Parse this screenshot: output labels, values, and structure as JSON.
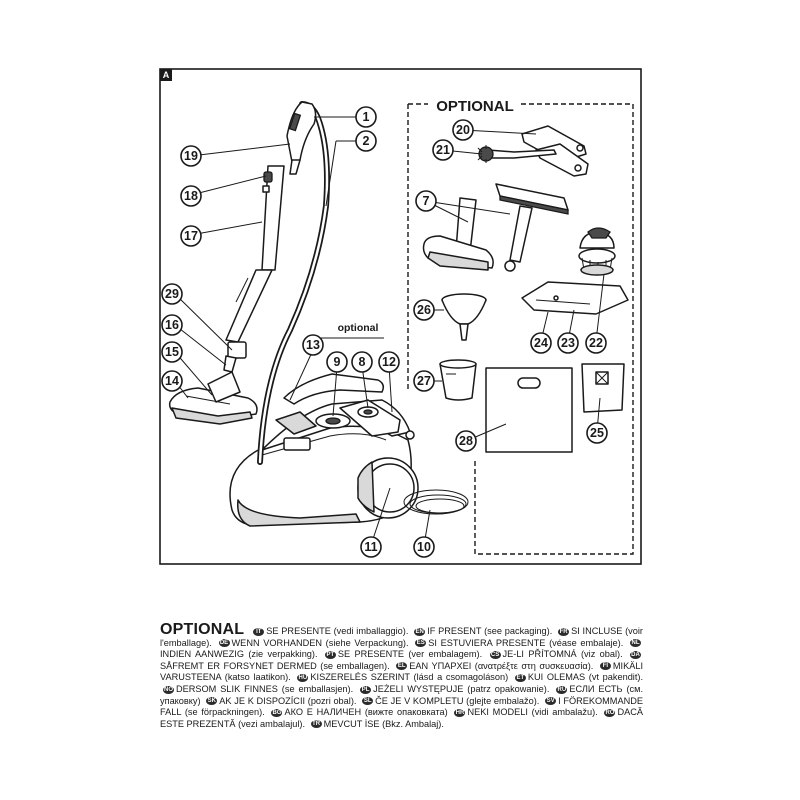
{
  "figure": {
    "panel_label": "A",
    "optional_box_title": "OPTIONAL",
    "optional_tag": "optional"
  },
  "callouts": [
    "1",
    "2",
    "7",
    "8",
    "9",
    "10",
    "11",
    "12",
    "13",
    "14",
    "15",
    "16",
    "17",
    "18",
    "19",
    "20",
    "21",
    "22",
    "23",
    "24",
    "25",
    "26",
    "27",
    "28",
    "29"
  ],
  "legend": {
    "heading": "OPTIONAL",
    "entries": [
      {
        "code": "IT",
        "text": "SE PRESENTE (vedi imballaggio)."
      },
      {
        "code": "EN",
        "text": "IF PRESENT (see packaging)."
      },
      {
        "code": "FR",
        "text": "SI INCLUSE (voir l'emballage)."
      },
      {
        "code": "DE",
        "text": "WENN VORHANDEN (siehe Verpackung)."
      },
      {
        "code": "ES",
        "text": "SI ESTUVIERA PRESENTE (véase embalaje)."
      },
      {
        "code": "NL",
        "text": "INDIEN AANWEZIG (zie verpakking)."
      },
      {
        "code": "PT",
        "text": "SE PRESENTE (ver embalagem)."
      },
      {
        "code": "CS",
        "text": "JE-LI PŘÍTOMNÁ (viz obal)."
      },
      {
        "code": "DA",
        "text": "SÅFREMT ER FORSYNET DERMED (se emballagen)."
      },
      {
        "code": "EL",
        "text": "ΕΑΝ ΥΠΑΡΧΕΙ (ανατρέξτε στη συσκευασία)."
      },
      {
        "code": "FI",
        "text": "MIKÄLI VARUSTEENA (katso laatikon)."
      },
      {
        "code": "HU",
        "text": "KISZERELÉS SZERINT (lásd a csomagoláson)"
      },
      {
        "code": "ET",
        "text": "KUI OLEMAS (vt pakendit)."
      },
      {
        "code": "NO",
        "text": "DERSOM SLIK FINNES (se emballasjen)."
      },
      {
        "code": "PL",
        "text": "JEŻELI WYSTĘPUJE (patrz opakowanie)."
      },
      {
        "code": "RU",
        "text": "ЕСЛИ ЕСТЬ (см. упаковку)"
      },
      {
        "code": "SK",
        "text": "AK JE K DISPOZÍCII (pozri obal)."
      },
      {
        "code": "SL",
        "text": "ČE JE V KOMPLETU (glejte embalažo)."
      },
      {
        "code": "SV",
        "text": "I FÖREKOMMANDE FALL (se förpackningen)."
      },
      {
        "code": "BG",
        "text": "АКО Е НАЛИЧЕН (вижте опаковката)"
      },
      {
        "code": "HR",
        "text": "NEKI MODELI (vidi ambalažu)."
      },
      {
        "code": "RO",
        "text": "DACĂ ESTE PREZENTĂ (vezi ambalajul)."
      },
      {
        "code": "TR",
        "text": "MEVCUT İSE (Bkz. Ambalaj)."
      }
    ]
  },
  "colors": {
    "ink": "#1a1a1a",
    "fill_grey": "#d9d9d9",
    "badge": "#2b2b2b"
  }
}
